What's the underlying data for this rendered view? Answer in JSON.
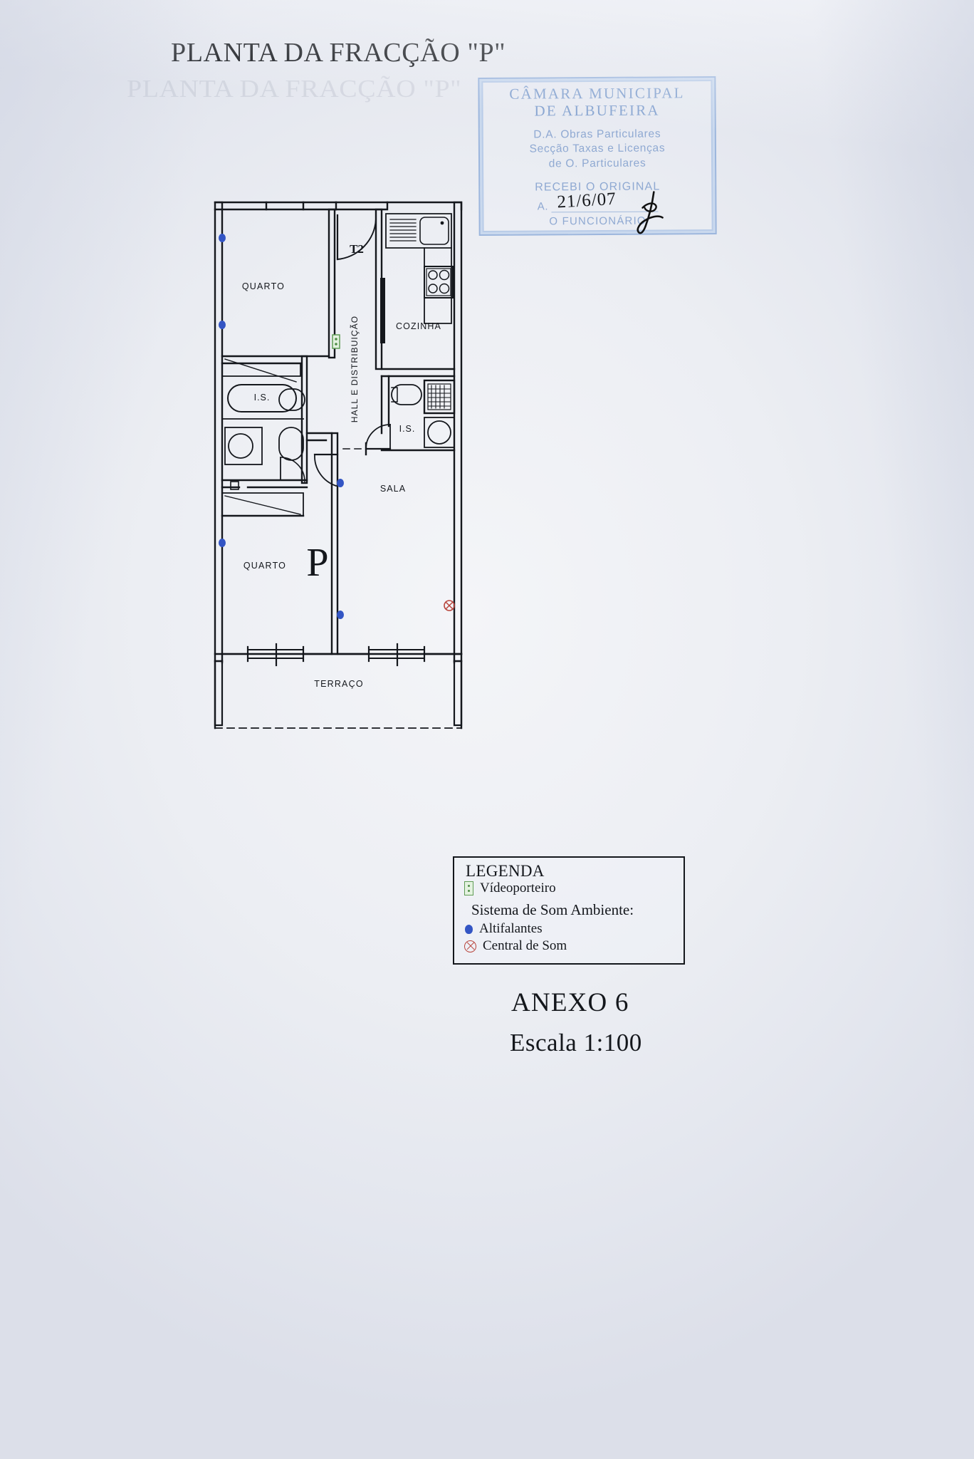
{
  "document": {
    "title": "PLANTA DA FRACÇÃO \"P\"",
    "anexo": "ANEXO  6",
    "escala": "Escala 1:100"
  },
  "stamp": {
    "line1": "CÂMARA MUNICIPAL",
    "line2": "DE ALBUFEIRA",
    "line3": "D.A. Obras Particulares",
    "line4": "Secção Taxas e Licenças",
    "line5": "de O. Particulares",
    "received_label": "RECEBI O ORIGINAL",
    "date_prefix": "A.",
    "date_value": "21/6/07",
    "official_label": "O FUNCIONÁRIO",
    "ink_color": "#8fa9d2"
  },
  "plan": {
    "typology": "T2",
    "unit_letter": "P",
    "rooms": [
      {
        "name": "QUARTO",
        "label": "QUARTO"
      },
      {
        "name": "HALL",
        "label": "HALL  E  DISTRIBUIÇÃO"
      },
      {
        "name": "COZINHA",
        "label": "COZINHA"
      },
      {
        "name": "IS_1",
        "label": "I.S."
      },
      {
        "name": "IS_2",
        "label": "I.S."
      },
      {
        "name": "SALA",
        "label": "SALA"
      },
      {
        "name": "QUARTO_2",
        "label": "QUARTO"
      },
      {
        "name": "TERRACO",
        "label": "TERRAÇO"
      }
    ]
  },
  "legend": {
    "title": "LEGENDA",
    "videoporteiro": "Vídeoporteiro",
    "som_header": "Sistema de Som Ambiente:",
    "altifalantes": "Altifalantes",
    "central": "Central de Som",
    "colors": {
      "video": "#5f9c55",
      "speaker": "#3355c4",
      "central": "#b8443c"
    }
  }
}
